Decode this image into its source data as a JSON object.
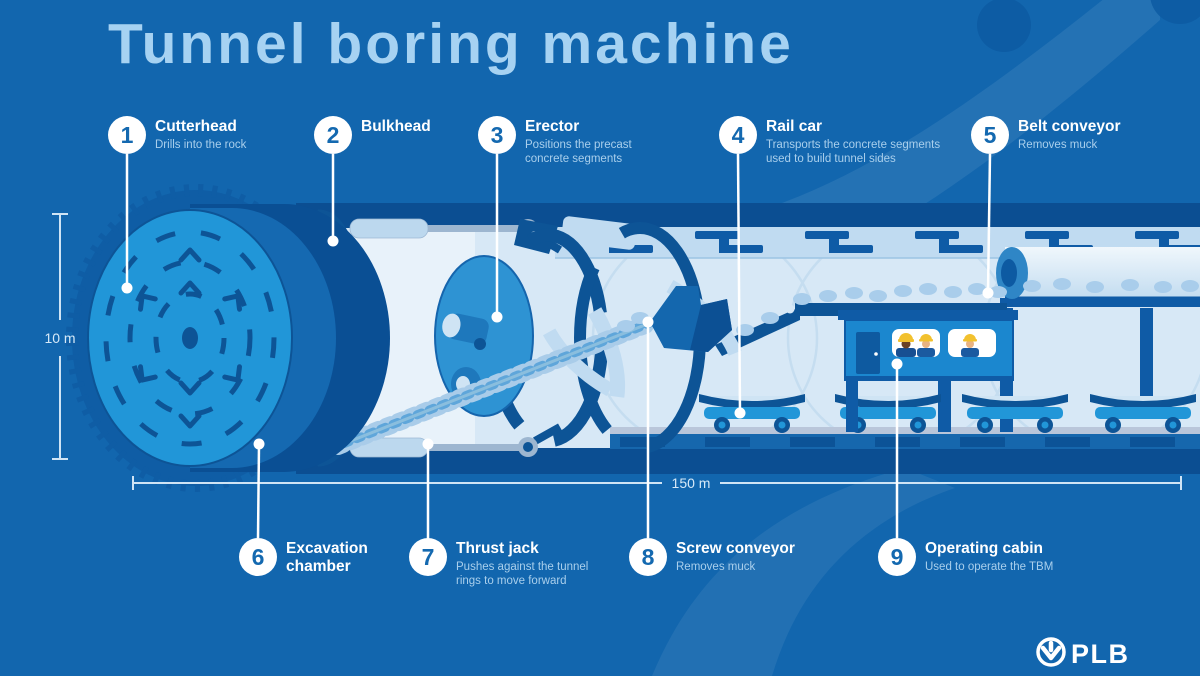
{
  "title": "Tunnel boring machine",
  "labels": [
    {
      "number": "1",
      "title": "Cutterhead",
      "title2": "",
      "desc1": "Drills into the rock",
      "desc2": ""
    },
    {
      "number": "2",
      "title": "Bulkhead",
      "title2": "",
      "desc1": "",
      "desc2": ""
    },
    {
      "number": "3",
      "title": "Erector",
      "title2": "",
      "desc1": "Positions the precast",
      "desc2": "concrete segments"
    },
    {
      "number": "4",
      "title": "Rail car",
      "title2": "",
      "desc1": "Transports the concrete segments",
      "desc2": "used to build tunnel sides"
    },
    {
      "number": "5",
      "title": "Belt conveyor",
      "title2": "",
      "desc1": "Removes muck",
      "desc2": ""
    },
    {
      "number": "6",
      "title": "Excavation",
      "title2": "chamber",
      "desc1": "",
      "desc2": ""
    },
    {
      "number": "7",
      "title": "Thrust jack",
      "title2": "",
      "desc1": "Pushes against the tunnel",
      "desc2": "rings to move forward"
    },
    {
      "number": "8",
      "title": "Screw conveyor",
      "title2": "",
      "desc1": "Removes muck",
      "desc2": ""
    },
    {
      "number": "9",
      "title": "Operating cabin",
      "title2": "",
      "desc1": "Used to operate the TBM",
      "desc2": ""
    }
  ],
  "dimensions": {
    "height_label": "10 m",
    "length_label": "150 m"
  },
  "logo": {
    "text": "PLB"
  },
  "colors": {
    "background": "#1266AE",
    "title_text": "#A6D2F2",
    "label_title": "#FFFFFF",
    "label_desc": "#A9CFEC",
    "machine_bright": "#2196D8",
    "machine_navy": "#0D5496",
    "interior_pale": "#D7E8F6",
    "lining_panel": "#C0DBF1",
    "helmet_yellow": "#F2C12E",
    "white": "#FFFFFF"
  }
}
